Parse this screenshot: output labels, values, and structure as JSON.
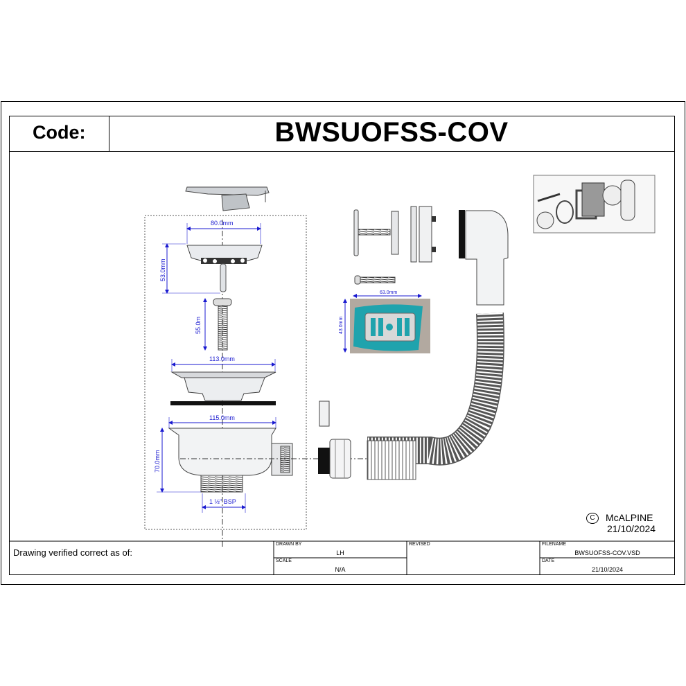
{
  "header": {
    "code_label": "Code:",
    "code_value": "BWSUOFSS-COV"
  },
  "dimensions": {
    "basket_width": "80.0mm",
    "basket_height": "53.0mm",
    "screw_length": "55.0m",
    "flange_width": "113.0mm",
    "body_width": "115.0mm",
    "body_height": "70.0mm",
    "thread": "1 ½\" BSP",
    "cover_width": "63.0mm",
    "cover_height": "43.0mm"
  },
  "copyright": {
    "symbol": "C",
    "owner": "McALPINE",
    "date": "21/10/2024"
  },
  "title_block": {
    "verified_label": "Drawing verified correct as of:",
    "drawn_by_label": "DRAWN BY",
    "drawn_by_value": "LH",
    "scale_label": "SCALE",
    "scale_value": "N/A",
    "revised_label": "REVISED",
    "filename_label": "FILENAME",
    "filename_value": "BWSUOFSS-COV.VSD",
    "date_label": "DATE",
    "date_value": "21/10/2024"
  },
  "colors": {
    "dimension": "#1a1ad0",
    "cover_plate": "#1fa3ad",
    "outline": "#000000"
  }
}
